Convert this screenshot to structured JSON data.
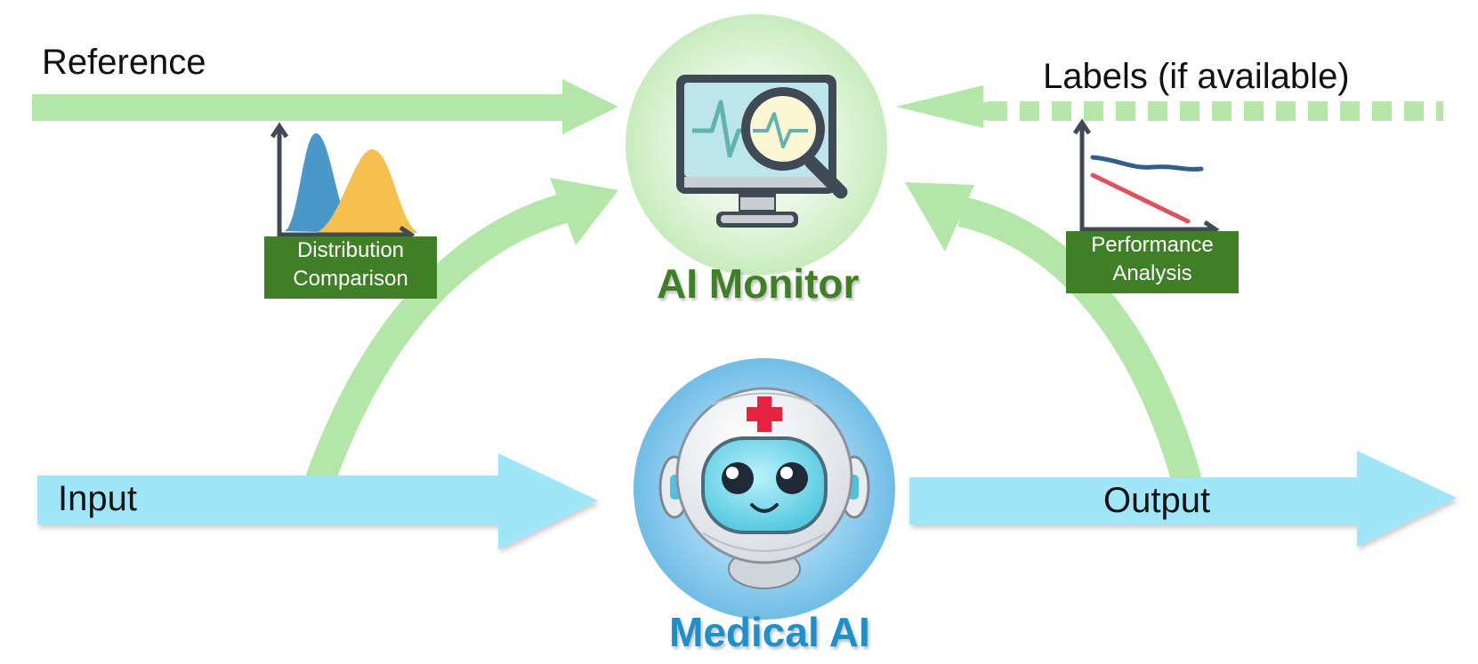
{
  "colors": {
    "monitor_flow_green": "#b3e6a7",
    "main_flow_blue": "#9fe6f8",
    "badge_green": "#3f7f26",
    "monitor_title_green": "#3f7f26",
    "medical_title_blue": "#1d8fc9"
  },
  "labels": {
    "reference": "Reference",
    "labels_if_available": "Labels (if available)",
    "input": "Input",
    "output": "Output"
  },
  "nodes": {
    "ai_monitor": {
      "title": "AI Monitor",
      "icon": "monitor-magnifier-icon"
    },
    "medical_ai": {
      "title": "Medical AI",
      "icon": "robot-nurse-icon"
    }
  },
  "badges": {
    "distribution_comparison": {
      "line1": "Distribution",
      "line2": "Comparison",
      "icon": "distribution-curves-icon"
    },
    "performance_analysis": {
      "line1": "Performance",
      "line2": "Analysis",
      "icon": "performance-lines-icon"
    }
  }
}
